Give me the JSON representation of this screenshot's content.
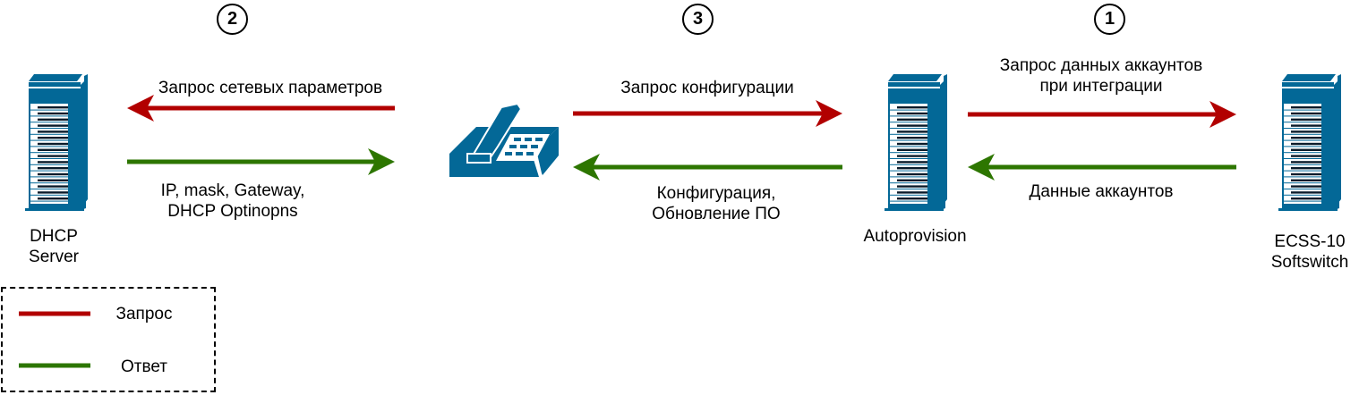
{
  "diagram": {
    "colors": {
      "request": "#b20000",
      "response": "#2d7600",
      "device": "#036897"
    },
    "nodes": [
      {
        "id": "dhcp",
        "label_lines": [
          "DHCP",
          "Server"
        ],
        "icon": "server-tower-icon"
      },
      {
        "id": "phone",
        "label_lines": [],
        "icon": "ip-phone-icon"
      },
      {
        "id": "autoprovision",
        "label_lines": [
          "Autoprovision"
        ],
        "icon": "server-tower-icon"
      },
      {
        "id": "ecss",
        "label_lines": [
          "ECSS-10",
          "Softswitch"
        ],
        "icon": "server-tower-icon"
      }
    ],
    "steps": [
      {
        "number": "2"
      },
      {
        "number": "3"
      },
      {
        "number": "1"
      }
    ],
    "links": [
      {
        "id": "dhcp-request",
        "type": "request",
        "direction": "to-dhcp",
        "label_lines": [
          "Запрос сетевых параметров"
        ]
      },
      {
        "id": "dhcp-response",
        "type": "response",
        "direction": "to-phone",
        "label_lines": [
          "IP, mask, Gateway,",
          "DHCP Optinopns"
        ]
      },
      {
        "id": "config-request",
        "type": "request",
        "direction": "to-autoprovision",
        "label_lines": [
          "Запрос конфигурации"
        ]
      },
      {
        "id": "config-response",
        "type": "response",
        "direction": "to-phone",
        "label_lines": [
          "Конфигурация,",
          "Обновление ПО"
        ]
      },
      {
        "id": "accounts-request",
        "type": "request",
        "direction": "to-ecss",
        "label_lines": [
          "Запрос данных аккаунтов",
          "при интеграции"
        ]
      },
      {
        "id": "accounts-response",
        "type": "response",
        "direction": "to-autoprovision",
        "label_lines": [
          "Данные аккаунтов"
        ]
      }
    ],
    "legend": {
      "items": [
        {
          "type": "request",
          "label": "Запрос"
        },
        {
          "type": "response",
          "label": "Ответ"
        }
      ]
    }
  }
}
